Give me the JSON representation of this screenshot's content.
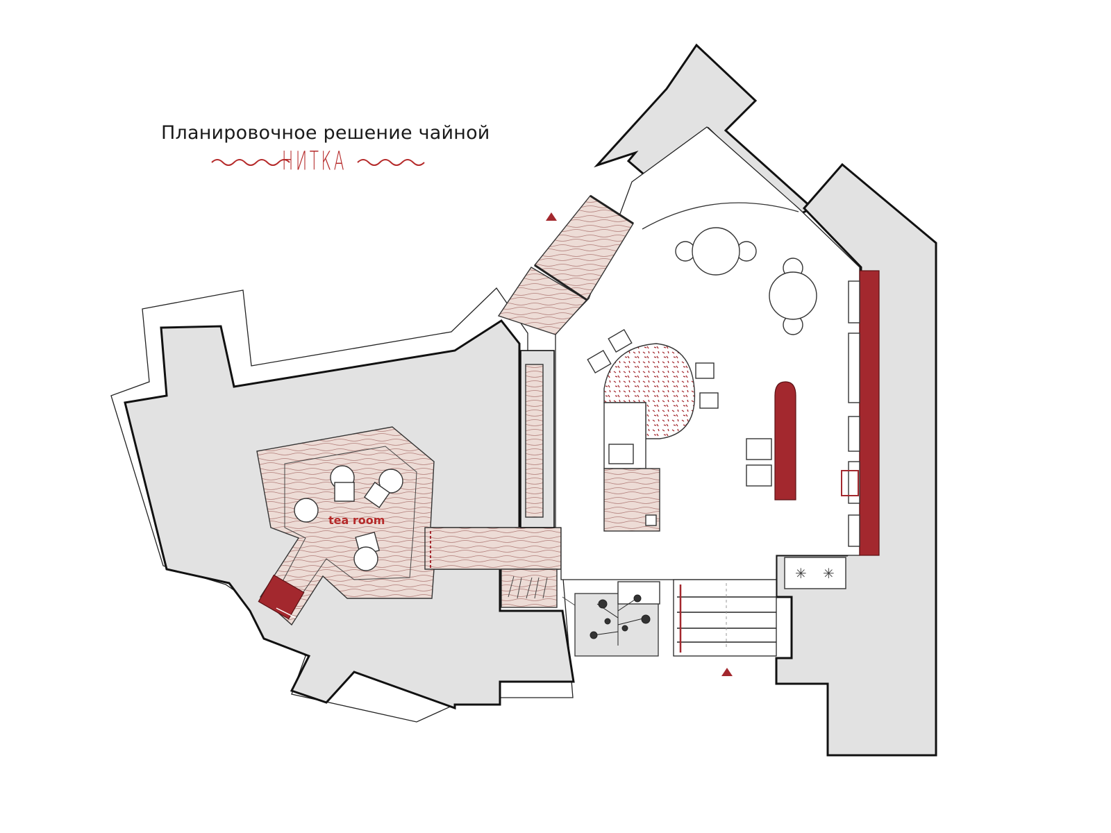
{
  "header": {
    "title": "Планировочное решение чайной",
    "brand": "НИТКА"
  },
  "labels": {
    "tea_room": "tea room"
  },
  "colors": {
    "accent": "#a3282e",
    "wall": "#e2e2e2",
    "wood": "#eddcd6",
    "text": "#1a1a1a"
  },
  "symbols": {
    "entrance_markers": [
      "entrance-triangle-top",
      "entrance-triangle-bottom"
    ],
    "icons": [
      "tree-icon",
      "sink-icon",
      "stove-icon"
    ]
  }
}
